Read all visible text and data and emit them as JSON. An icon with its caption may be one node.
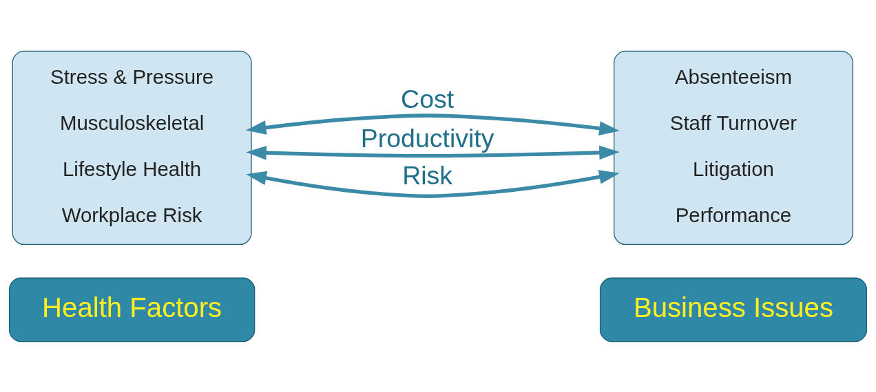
{
  "diagram": {
    "nodes": [
      {
        "text": [
          "Health Factors"
        ]
      },
      {
        "text": [
          "Business Issues"
        ]
      },
      {
        "text": [
          "Stress & Pressure",
          "Musculoskeletal",
          "Lifestyle Health",
          "Workplace Risk"
        ]
      },
      {
        "text": [
          "Absenteeism",
          "Staff Turnover",
          "Litigation",
          "Performance"
        ]
      }
    ],
    "edges": [
      {
        "from": 2,
        "to": 3,
        "arrow": "both",
        "label": "Cost"
      },
      {
        "from": 2,
        "to": 3,
        "arrow": "both",
        "label": "Productivity"
      },
      {
        "from": 2,
        "to": 3,
        "arrow": "both",
        "label": "Risk"
      }
    ]
  }
}
